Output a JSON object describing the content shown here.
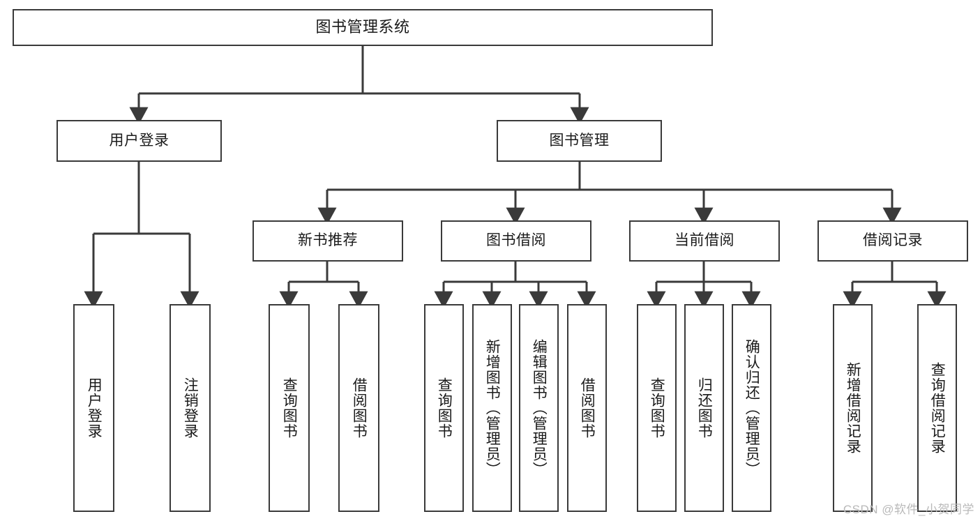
{
  "diagram": {
    "title": "图书管理系统",
    "type": "功能结构图",
    "style": {
      "box_border_color": "#3a3a3a",
      "box_fill_color": "#ffffff",
      "connector_color": "#3a3a3a",
      "text_color": "#1a1a1a",
      "background_color": "#ffffff"
    },
    "nodes": {
      "root": {
        "label": "图书管理系统"
      },
      "level2": [
        {
          "id": "user-login",
          "label": "用户登录"
        },
        {
          "id": "book-management",
          "label": "图书管理"
        }
      ],
      "level3": [
        {
          "id": "new-book-recommend",
          "label": "新书推荐"
        },
        {
          "id": "book-borrow",
          "label": "图书借阅"
        },
        {
          "id": "current-borrow",
          "label": "当前借阅"
        },
        {
          "id": "borrow-record",
          "label": "借阅记录"
        }
      ],
      "leaves": {
        "user_login": [
          {
            "id": "leaf-user-login",
            "label": "用户登录"
          },
          {
            "id": "leaf-logout-login",
            "label": "注销登录"
          }
        ],
        "new_book_recommend": [
          {
            "id": "leaf-query-book-1",
            "label": "查询图书"
          },
          {
            "id": "leaf-borrow-book-1",
            "label": "借阅图书"
          }
        ],
        "book_borrow": [
          {
            "id": "leaf-query-book-2",
            "label": "查询图书"
          },
          {
            "id": "leaf-add-book",
            "label": "新增图书（管理员）"
          },
          {
            "id": "leaf-edit-book",
            "label": "编辑图书（管理员）"
          },
          {
            "id": "leaf-borrow-book-2",
            "label": "借阅图书"
          }
        ],
        "current_borrow": [
          {
            "id": "leaf-query-book-3",
            "label": "查询图书"
          },
          {
            "id": "leaf-return-book",
            "label": "归还图书"
          },
          {
            "id": "leaf-confirm-return",
            "label": "确认归还（管理员）"
          }
        ],
        "borrow_record": [
          {
            "id": "leaf-add-record",
            "label": "新增借阅记录"
          },
          {
            "id": "leaf-query-record",
            "label": "查询借阅记录"
          }
        ]
      }
    }
  },
  "watermark": {
    "text": "CSDN @软件_小贺同学"
  }
}
